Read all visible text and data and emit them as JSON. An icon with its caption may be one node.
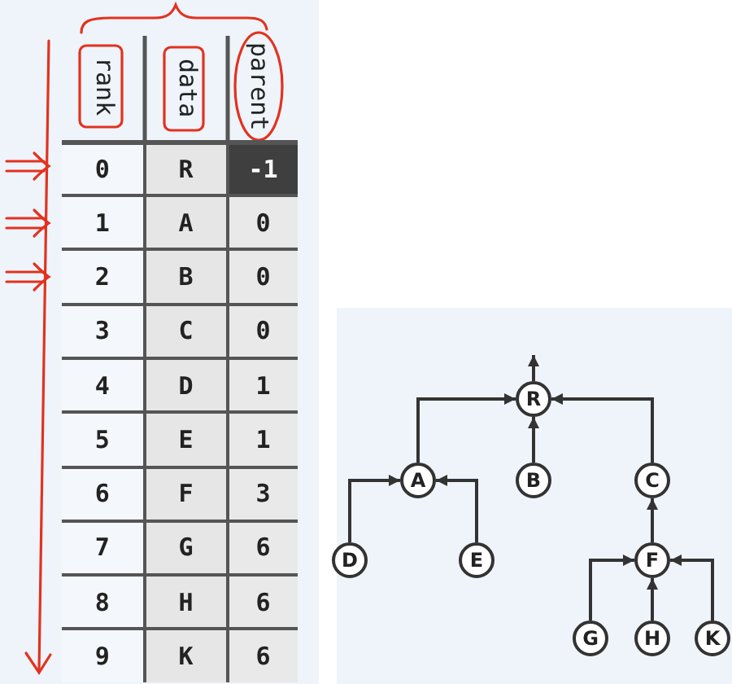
{
  "diagram": {
    "nodes": [
      {
        "text": [
          "R"
        ]
      },
      {
        "text": [
          "A"
        ]
      },
      {
        "text": [
          "B"
        ]
      },
      {
        "text": [
          "C"
        ]
      },
      {
        "text": [
          "D"
        ]
      },
      {
        "text": [
          "E"
        ]
      },
      {
        "text": [
          "F"
        ]
      },
      {
        "text": [
          "G"
        ]
      },
      {
        "text": [
          "H"
        ]
      },
      {
        "text": [
          "K"
        ]
      }
    ],
    "edges": [
      {
        "from": 0,
        "to": null,
        "arrow": "to"
      },
      {
        "from": 1,
        "to": 0,
        "arrow": "to"
      },
      {
        "from": 2,
        "to": 0,
        "arrow": "to"
      },
      {
        "from": 3,
        "to": 0,
        "arrow": "to"
      },
      {
        "from": 4,
        "to": 1,
        "arrow": "to"
      },
      {
        "from": 5,
        "to": 1,
        "arrow": "to"
      },
      {
        "from": 6,
        "to": 3,
        "arrow": "to"
      },
      {
        "from": 7,
        "to": 6,
        "arrow": "to"
      },
      {
        "from": 8,
        "to": 6,
        "arrow": "to"
      },
      {
        "from": 9,
        "to": 6,
        "arrow": "to"
      }
    ],
    "labels": [
      "rank",
      "data",
      "parent",
      "0",
      "R",
      "-1",
      "1",
      "A",
      "0",
      "2",
      "B",
      "0",
      "3",
      "C",
      "0",
      "4",
      "D",
      "1",
      "5",
      "E",
      "1",
      "6",
      "F",
      "3",
      "7",
      "G",
      "6",
      "8",
      "H",
      "6",
      "9",
      "K",
      "6"
    ]
  }
}
